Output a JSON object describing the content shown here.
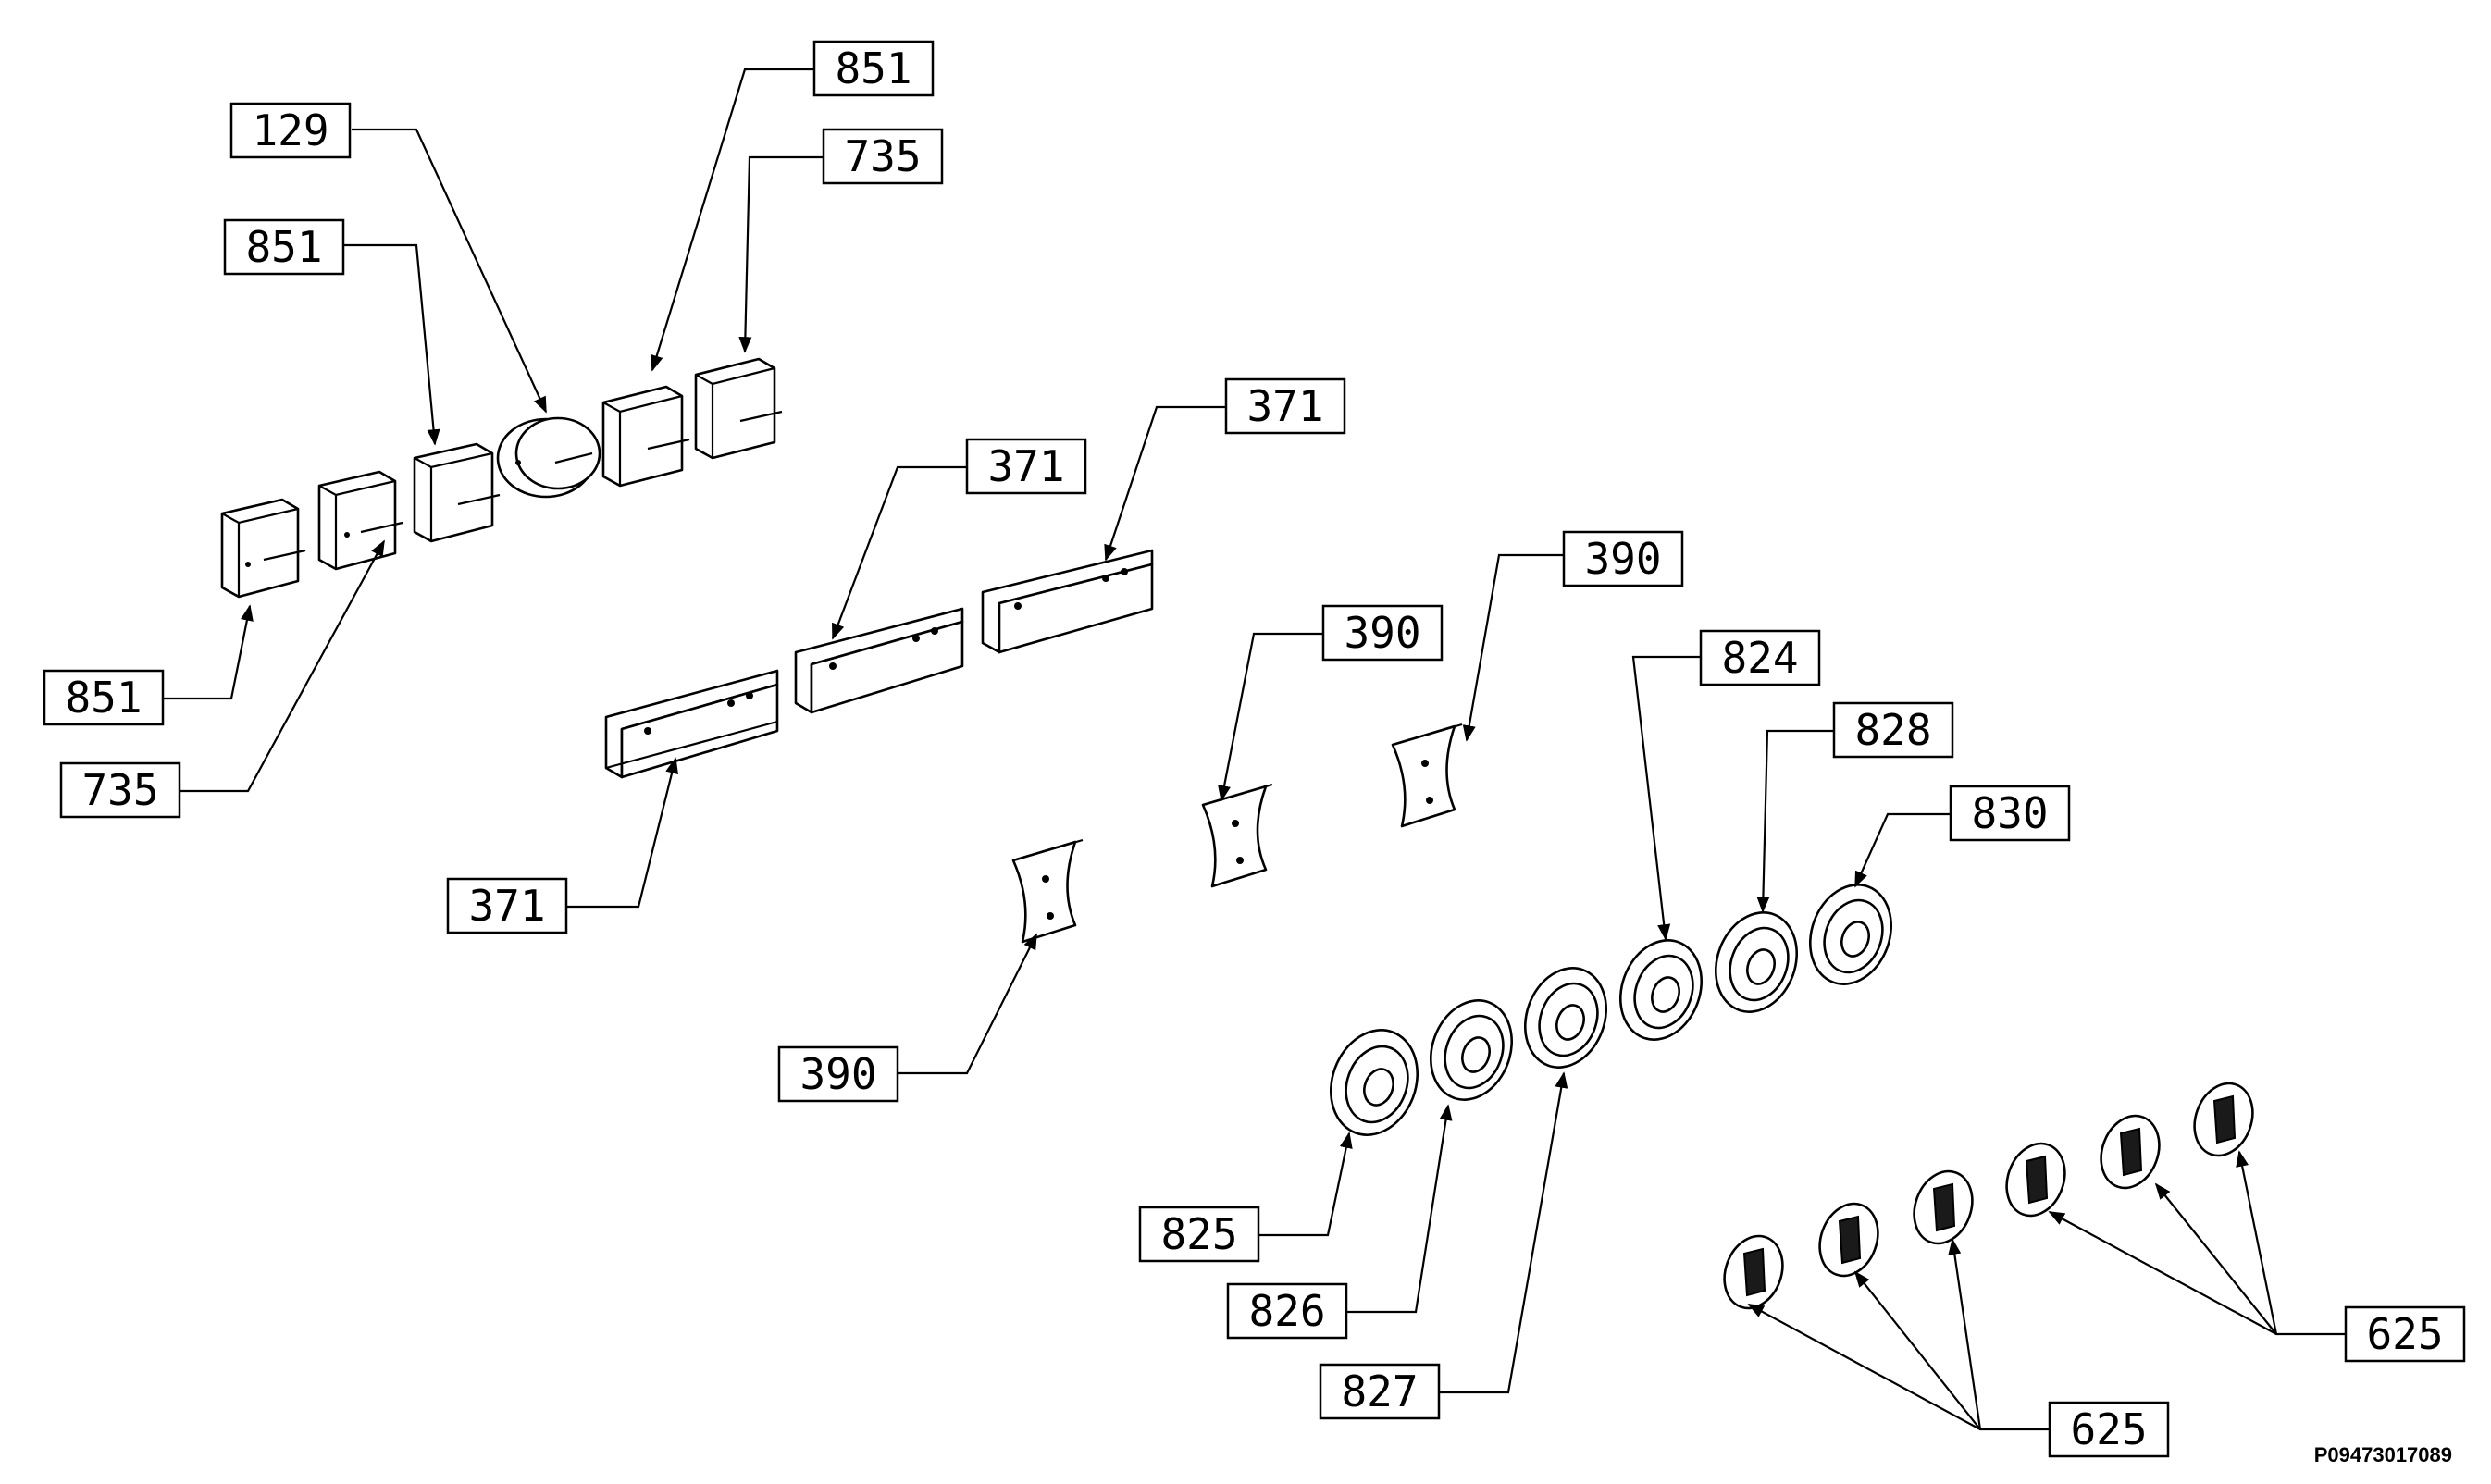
{
  "callouts": {
    "c851_top": "851",
    "c129": "129",
    "c735_top": "735",
    "c851_mid": "851",
    "c851_low": "851",
    "c735_low": "735",
    "c371_a": "371",
    "c371_b": "371",
    "c371_c": "371",
    "c390_a": "390",
    "c390_b": "390",
    "c390_c": "390",
    "c824": "824",
    "c828": "828",
    "c830": "830",
    "c825": "825",
    "c826": "826",
    "c827": "827",
    "c625_right": "625",
    "c625_bottom": "625"
  },
  "document_id": "P09473017089"
}
